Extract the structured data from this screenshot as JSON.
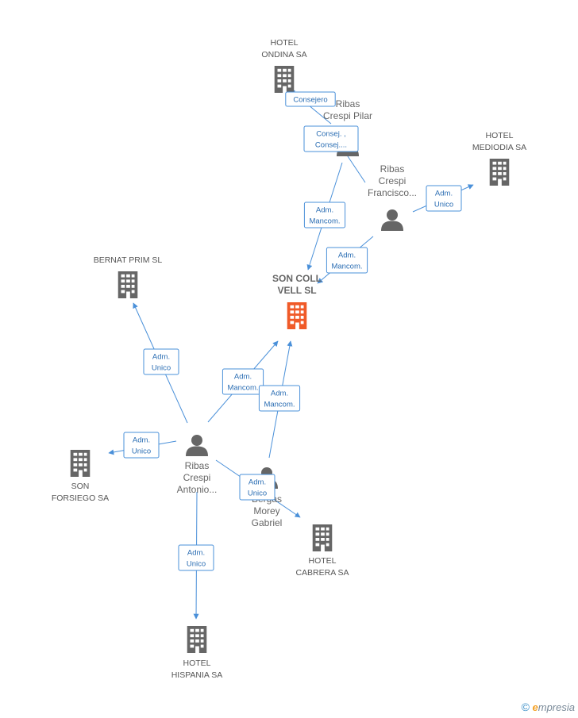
{
  "colors": {
    "edge": "#4a90d9",
    "building": "#666666",
    "main_building": "#f05a28",
    "person": "#666666"
  },
  "nodes": {
    "hotel_ondina": {
      "kind": "company",
      "lines": [
        "HOTEL",
        "ONDINA SA"
      ],
      "icon": "building-icon"
    },
    "ribas_pilar": {
      "kind": "person",
      "lines": [
        "Ribas",
        "Crespi Pilar"
      ],
      "icon": "person-icon"
    },
    "hotel_mediodia": {
      "kind": "company",
      "lines": [
        "HOTEL",
        "MEDIODIA SA"
      ],
      "icon": "building-icon"
    },
    "ribas_francisco": {
      "kind": "person",
      "lines": [
        "Ribas",
        "Crespi",
        "Francisco..."
      ],
      "icon": "person-icon"
    },
    "bernat_prim": {
      "kind": "company",
      "lines": [
        "BERNAT PRIM SL"
      ],
      "icon": "building-icon"
    },
    "son_coll_vell": {
      "kind": "company-main",
      "lines": [
        "SON COLL",
        "VELL SL"
      ],
      "icon": "building-icon"
    },
    "son_forsiego": {
      "kind": "company",
      "lines": [
        "SON",
        "FORSIEGO SA"
      ],
      "icon": "building-icon"
    },
    "ribas_antonio": {
      "kind": "person",
      "lines": [
        "Ribas",
        "Crespi",
        "Antonio..."
      ],
      "icon": "person-icon"
    },
    "bergas_gabriel": {
      "kind": "person",
      "lines": [
        "Bergas",
        "Morey",
        "Gabriel"
      ],
      "icon": "person-icon"
    },
    "hotel_cabrera": {
      "kind": "company",
      "lines": [
        "HOTEL",
        "CABRERA SA"
      ],
      "icon": "building-icon"
    },
    "hotel_hispania": {
      "kind": "company",
      "lines": [
        "HOTEL",
        "HISPANIA SA"
      ],
      "icon": "building-icon"
    }
  },
  "edges": [
    {
      "from": "ribas_pilar",
      "to": "hotel_ondina",
      "lines": [
        "Consejero"
      ]
    },
    {
      "from": "ribas_francisco",
      "to": "hotel_ondina",
      "lines": [
        "Consej. ,",
        "Consej...."
      ]
    },
    {
      "from": "ribas_pilar",
      "to": "son_coll_vell",
      "lines": [
        "Adm.",
        "Mancom."
      ]
    },
    {
      "from": "ribas_francisco",
      "to": "hotel_mediodia",
      "lines": [
        "Adm.",
        "Unico"
      ]
    },
    {
      "from": "ribas_francisco",
      "to": "son_coll_vell",
      "lines": [
        "Adm.",
        "Mancom."
      ]
    },
    {
      "from": "ribas_antonio",
      "to": "bernat_prim",
      "lines": [
        "Adm.",
        "Unico"
      ]
    },
    {
      "from": "ribas_antonio",
      "to": "son_coll_vell",
      "lines": [
        "Adm.",
        "Mancom."
      ]
    },
    {
      "from": "bergas_gabriel",
      "to": "son_coll_vell",
      "lines": [
        "Adm.",
        "Mancom."
      ]
    },
    {
      "from": "ribas_antonio",
      "to": "son_forsiego",
      "lines": [
        "Adm.",
        "Unico"
      ]
    },
    {
      "from": "ribas_antonio",
      "to": "hotel_cabrera",
      "lines": [
        "Adm.",
        "Unico"
      ]
    },
    {
      "from": "ribas_antonio",
      "to": "hotel_hispania",
      "lines": [
        "Adm.",
        "Unico"
      ]
    }
  ],
  "watermark": {
    "copyright": "©",
    "brand_initial": "e",
    "brand_rest": "mpresia"
  }
}
